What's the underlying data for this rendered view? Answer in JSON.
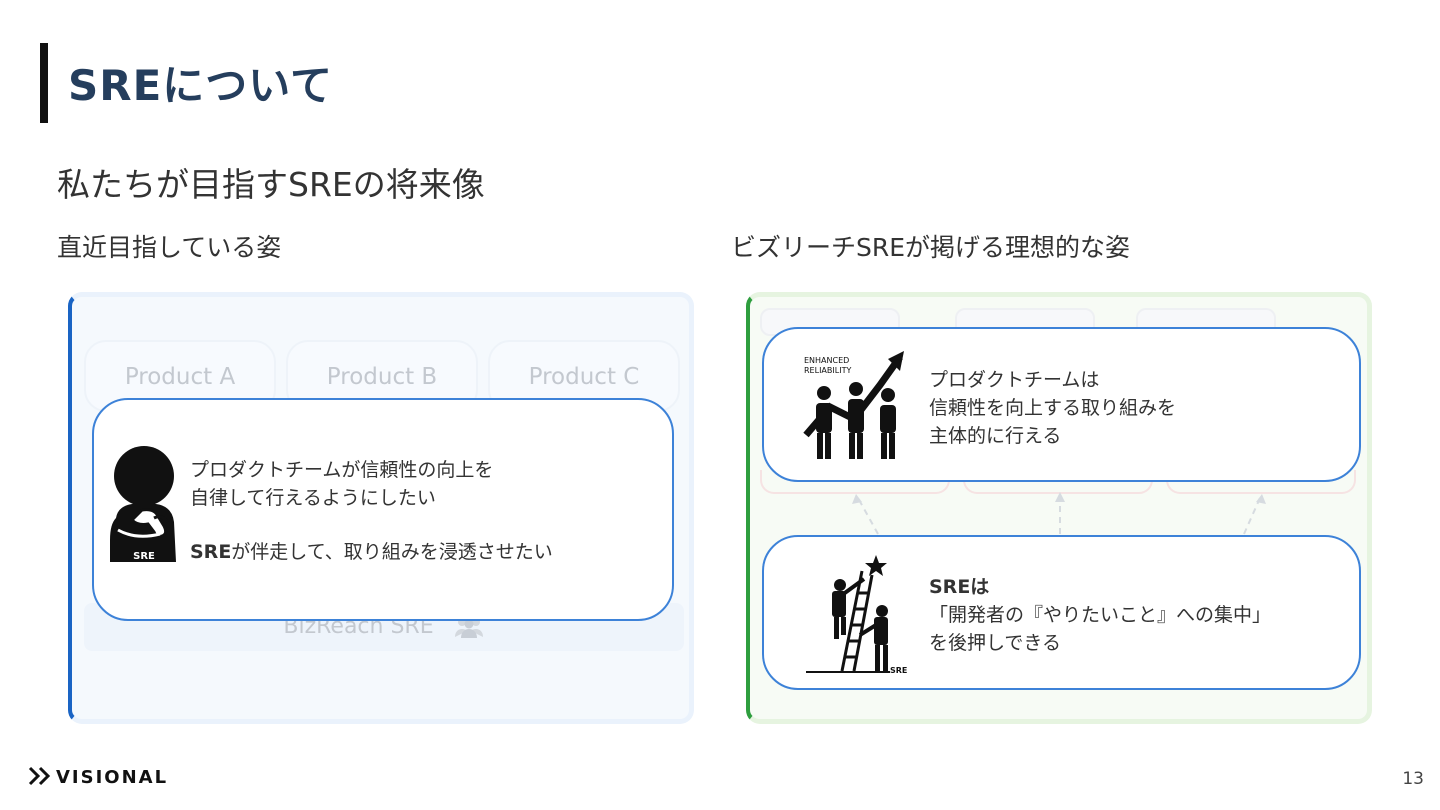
{
  "slide": {
    "title": "SREについて",
    "subtitle": "私たちが目指すSREの将来像",
    "left_heading": "直近目指している姿",
    "right_heading": "ビズリーチSREが掲げる理想的な姿"
  },
  "left_panel": {
    "products": [
      "Product A",
      "Product B",
      "Product C"
    ],
    "bizreach_label": "BizReach SRE",
    "callout": {
      "line1": "プロダクトチームが信頼性の向上を",
      "line2": "自律して行えるようにしたい",
      "line3": "SREが伴走して、取り組みを浸透させたい",
      "avatar_tag": "SRE"
    }
  },
  "right_panel": {
    "top_callout": {
      "icon_caption_1": "ENHANCED",
      "icon_caption_2": "RELIABILITY",
      "line1": "プロダクトチームは",
      "line2": "信頼性を向上する取り組みを",
      "line3": "主体的に行える"
    },
    "bottom_callout": {
      "icon_tag": "SRE",
      "line1": "SREは",
      "line2": "「開発者の『やりたいこと』への集中」",
      "line3": "を後押しできる"
    }
  },
  "footer": {
    "logo_text": "VISIONAL",
    "page_number": "13"
  }
}
